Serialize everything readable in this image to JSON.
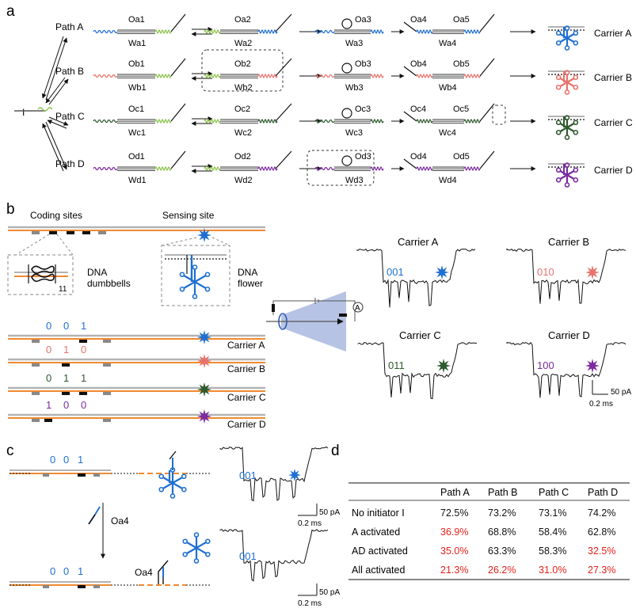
{
  "colors": {
    "A": "#1f6fd1",
    "B": "#e8726c",
    "C": "#2f5a2f",
    "D": "#7b2aa0",
    "green": "#8bc34a",
    "orange": "#f08a30",
    "grey": "#b3b3b3",
    "red": "#e5211b"
  },
  "panel_a": {
    "letter": "a",
    "initiator": "I",
    "paths": [
      {
        "key": "A",
        "name": "Path A",
        "carrier": "Carrier A",
        "o_labels": [
          "Oa1",
          "Oa2",
          "Oa3",
          "Oa4",
          "Oa5"
        ],
        "w_labels": [
          "Wa1",
          "Wa2",
          "Wa3",
          "Wa4"
        ]
      },
      {
        "key": "B",
        "name": "Path B",
        "carrier": "Carrier B",
        "o_labels": [
          "Ob1",
          "Ob2",
          "Ob3",
          "Ob4",
          "Ob5"
        ],
        "w_labels": [
          "Wb1",
          "Wb2",
          "Wb3",
          "Wb4"
        ]
      },
      {
        "key": "C",
        "name": "Path C",
        "carrier": "Carrier C",
        "o_labels": [
          "Oc1",
          "Oc2",
          "Oc3",
          "Oc4",
          "Oc5"
        ],
        "w_labels": [
          "Wc1",
          "Wc2",
          "Wc3",
          "Wc4"
        ]
      },
      {
        "key": "D",
        "name": "Path D",
        "carrier": "Carrier D",
        "o_labels": [
          "Od1",
          "Od2",
          "Od3",
          "Od4",
          "Od5"
        ],
        "w_labels": [
          "Wd1",
          "Wd2",
          "Wd3",
          "Wd4"
        ]
      }
    ]
  },
  "panel_b": {
    "letter": "b",
    "coding_sites": "Coding sites",
    "sensing_site": "Sensing site",
    "dumbbell_label_1": "DNA",
    "dumbbell_label_2": "dumbbells",
    "flower_label_1": "DNA",
    "flower_label_2": "flower",
    "subscript": "11",
    "ammeter": "A",
    "carriers": [
      {
        "key": "A",
        "name": "Carrier A",
        "code": [
          "0",
          "0",
          "1"
        ],
        "trace_code": "001"
      },
      {
        "key": "B",
        "name": "Carrier B",
        "code": [
          "0",
          "1",
          "0"
        ],
        "trace_code": "010"
      },
      {
        "key": "C",
        "name": "Carrier C",
        "code": [
          "0",
          "1",
          "1"
        ],
        "trace_code": "011"
      },
      {
        "key": "D",
        "name": "Carrier D",
        "code": [
          "1",
          "0",
          "0"
        ],
        "trace_code": "100"
      }
    ],
    "scale_current": "50 pA",
    "scale_time": "0.2 ms"
  },
  "panel_c": {
    "letter": "c",
    "code_top": [
      "0",
      "0",
      "1"
    ],
    "code_bottom": [
      "0",
      "0",
      "1"
    ],
    "oligo": "Oa4",
    "oligo_on_carrier": "Oa4",
    "trace_code_top": "001",
    "trace_code_bottom": "001",
    "scale_current": "50 pA",
    "scale_time": "0.2 ms"
  },
  "panel_d": {
    "letter": "d",
    "table": {
      "headers": [
        "",
        "Path A",
        "Path B",
        "Path C",
        "Path D"
      ],
      "rows": [
        {
          "label": "No initiator I",
          "cells": [
            "72.5%",
            "73.2%",
            "73.1%",
            "74.2%"
          ],
          "red": [
            false,
            false,
            false,
            false
          ]
        },
        {
          "label": "A activated",
          "cells": [
            "36.9%",
            "68.8%",
            "58.4%",
            "62.8%"
          ],
          "red": [
            true,
            false,
            false,
            false
          ]
        },
        {
          "label": "AD activated",
          "cells": [
            "35.0%",
            "63.3%",
            "58.3%",
            "32.5%"
          ],
          "red": [
            true,
            false,
            false,
            true
          ]
        },
        {
          "label": "All activated",
          "cells": [
            "21.3%",
            "26.2%",
            "31.0%",
            "27.3%"
          ],
          "red": [
            true,
            true,
            true,
            true
          ]
        }
      ]
    }
  }
}
